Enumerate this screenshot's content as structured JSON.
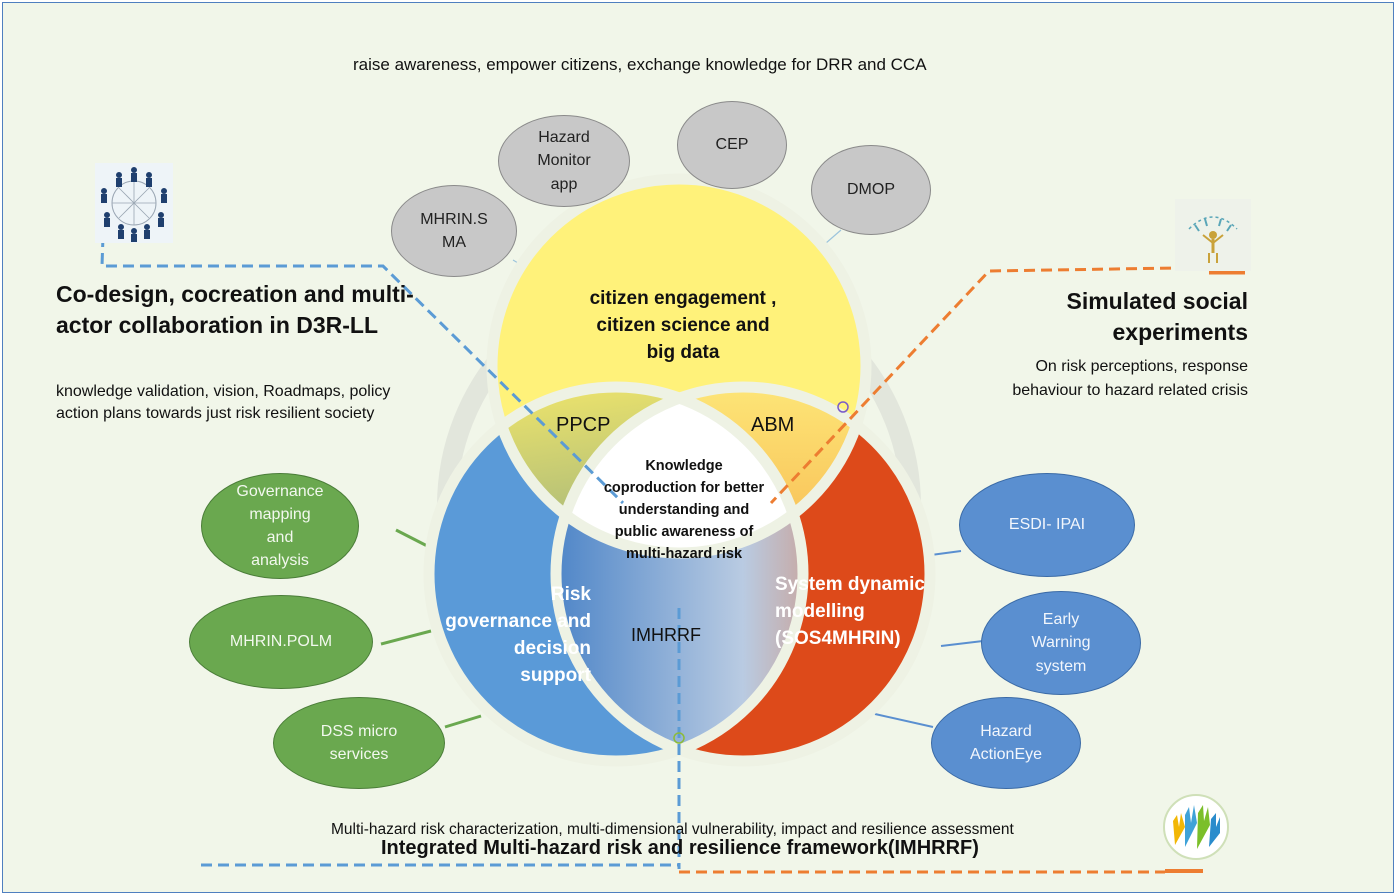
{
  "top_caption": "raise awareness, empower citizens, exchange knowledge for DRR and CCA",
  "left_section": {
    "title": "Co-design, cocreation and multi-actor collaboration in D3R-LL",
    "description": "knowledge validation, vision, Roadmaps, policy action plans towards just risk resilient society"
  },
  "right_section": {
    "title": "Simulated social experiments",
    "description": "On risk perceptions, response behaviour to hazard related crisis"
  },
  "circles": {
    "top": "citizen engagement , citizen science and big data",
    "left": "Risk governance and decision support",
    "right": "System dynamic modelling (SOS4MHRIN)"
  },
  "intersections": {
    "top_left": "PPCP",
    "top_right": "ABM",
    "bottom": "IMHRRF",
    "center": "Knowledge coproduction for better understanding and public awareness of multi-hazard risk"
  },
  "top_tools": [
    "MHRIN.S MA",
    "Hazard Monitor app",
    "CEP",
    "DMOP"
  ],
  "left_tools": [
    "Governance mapping and analysis",
    "MHRIN.POLM",
    "DSS micro services"
  ],
  "right_tools": [
    "ESDI- IPAI",
    "Early Warning system",
    "Hazard ActionEye"
  ],
  "bottom_caption": "Multi-hazard risk characterization, multi-dimensional vulnerability, impact and resilience assessment",
  "bottom_title": "Integrated Multi-hazard risk and resilience framework(IMHRRF)",
  "icons": [
    "network-people-icon",
    "person-rain-icon",
    "raised-hands-icon"
  ],
  "colors": {
    "background": "#f1f6e9",
    "top_circle": "#fff27a",
    "left_circle": "#5a9ad8",
    "right_circle": "#dd4a1a",
    "tool_grey": "#c8c8c8",
    "tool_green": "#6aa84f",
    "tool_blue": "#5a8fd0",
    "dashed_blue": "#5b9bd5",
    "dashed_orange": "#ed7d31"
  }
}
